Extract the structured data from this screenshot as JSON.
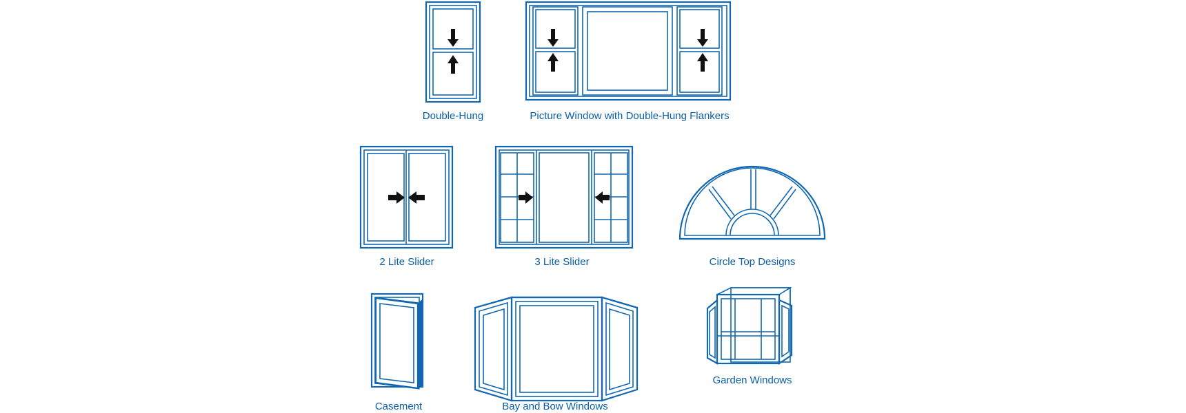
{
  "colors": {
    "line": "#1167b1",
    "label": "#0a5fa8",
    "arrow": "#111111",
    "background": "#ffffff"
  },
  "labels": {
    "double_hung": "Double-Hung",
    "picture_window": "Picture Window with Double-Hung Flankers",
    "two_lite_slider": "2 Lite Slider",
    "three_lite_slider": "3 Lite Slider",
    "circle_top": "Circle Top Designs",
    "casement": "Casement",
    "bay_bow": "Bay and Bow Windows",
    "garden": "Garden Windows"
  },
  "icons": {
    "double_hung": "double-hung-window-icon",
    "picture_window": "picture-window-flankers-icon",
    "two_lite_slider": "two-lite-slider-icon",
    "three_lite_slider": "three-lite-slider-icon",
    "circle_top": "circle-top-window-icon",
    "casement": "casement-window-icon",
    "bay_bow": "bay-bow-window-icon",
    "garden": "garden-window-icon"
  }
}
